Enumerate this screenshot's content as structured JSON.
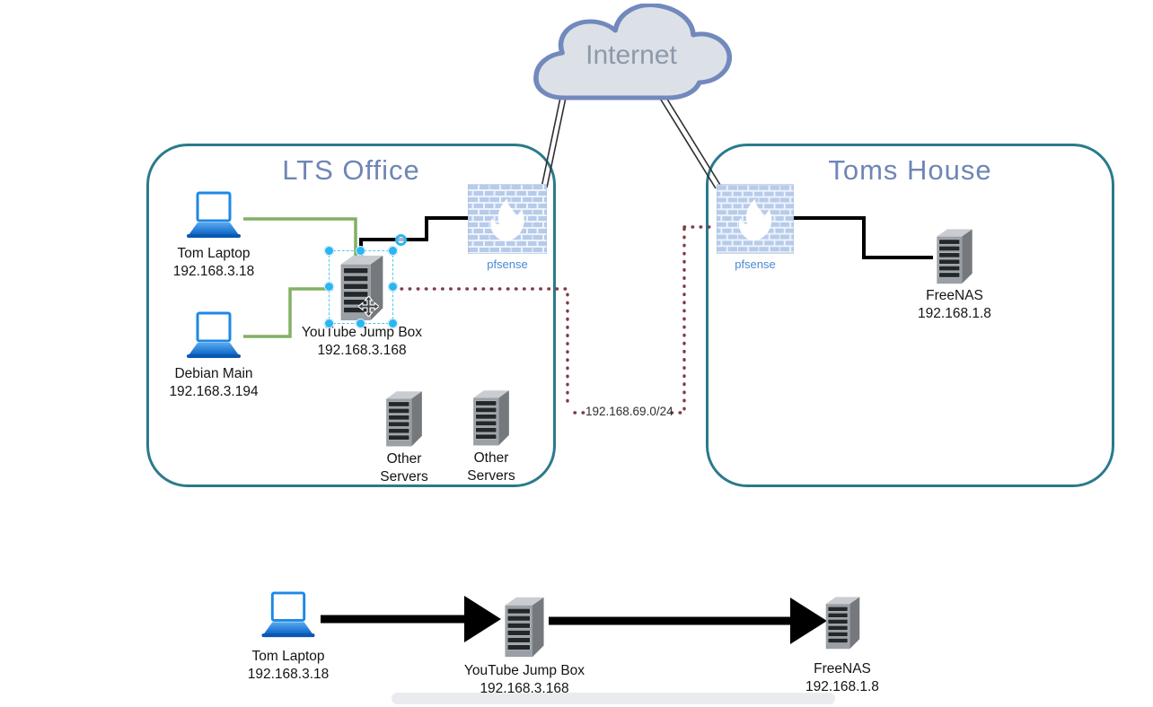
{
  "internet": {
    "label": "Internet"
  },
  "zones": {
    "lts": {
      "title": "LTS Office"
    },
    "toms": {
      "title": "Toms House"
    }
  },
  "nodes": {
    "tom_laptop": {
      "name": "Tom Laptop",
      "ip": "192.168.3.18"
    },
    "debian_main": {
      "name": "Debian Main",
      "ip": "192.168.3.194"
    },
    "jump_box": {
      "name": "YouTube Jump Box",
      "ip": "192.168.3.168"
    },
    "pfsense_lts": {
      "name": "pfsense"
    },
    "other_servers_a": {
      "line1": "Other",
      "line2": "Servers"
    },
    "other_servers_b": {
      "line1": "Other",
      "line2": "Servers"
    },
    "pfsense_toms": {
      "name": "pfsense"
    },
    "freenas": {
      "name": "FreeNAS",
      "ip": "192.168.1.8"
    }
  },
  "vpn_label": "192.168.69.0/24",
  "flow": {
    "source": {
      "name": "Tom Laptop",
      "ip": "192.168.3.18"
    },
    "middle": {
      "name": "YouTube Jump Box",
      "ip": "192.168.3.168"
    },
    "target": {
      "name": "FreeNAS",
      "ip": "192.168.1.8"
    }
  },
  "colors": {
    "zone_border": "#2a7a8c",
    "zone_title": "#6f86b5",
    "cloud_fill": "#dce1e7",
    "cloud_border": "#7289bd",
    "cloud_text": "#8d99ab",
    "green_link": "#82b064",
    "black_link": "#000000",
    "vpn_dotted": "#7d3c45",
    "pfsense_label": "#4a8ad2",
    "selection_handles": "#29b6f2",
    "laptop_blue": "#1976d2"
  }
}
